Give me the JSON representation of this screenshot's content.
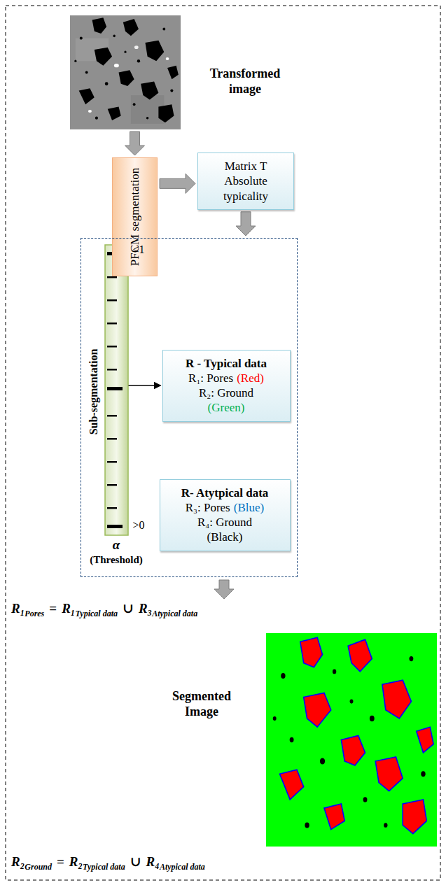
{
  "diagram": {
    "nodes": [
      {
        "text": [
          "Transformed image"
        ]
      },
      {
        "text": [
          "PFCM segmentation"
        ]
      },
      {
        "text": [
          "Matrix T Absolute typicality"
        ]
      },
      {
        "text": []
      },
      {
        "text": [
          "Sub-segmentation",
          "<1",
          ">0",
          "α",
          "(Threshold)"
        ],
        "in": 3
      },
      {
        "text": [
          "R - Typical data",
          "R₁: Pores",
          "(Red)",
          "R₂: Ground",
          "(Green)"
        ],
        "in": 3
      },
      {
        "text": [
          "R- Atytpical data",
          "R₃: Pores",
          "(Blue)",
          "R₄: Ground",
          "(Black)"
        ],
        "in": 3
      },
      {
        "text": [
          "Segmented Image"
        ]
      }
    ],
    "edges": [
      {
        "from": 0,
        "to": 1,
        "arrow": "to"
      },
      {
        "from": 1,
        "to": 2,
        "arrow": "to"
      },
      {
        "from": 2,
        "to": 3,
        "arrow": "to"
      },
      {
        "from": 4,
        "to": 5,
        "arrow": "to"
      }
    ],
    "labels": [
      "R₁",
      "Pores",
      "=",
      "R₁",
      "Typical data",
      "∪",
      "R₃",
      "Atypical data",
      "R₂",
      "Ground",
      "=",
      "R₂",
      "Typical data",
      "∪",
      "R₄",
      "Atypical data"
    ]
  }
}
